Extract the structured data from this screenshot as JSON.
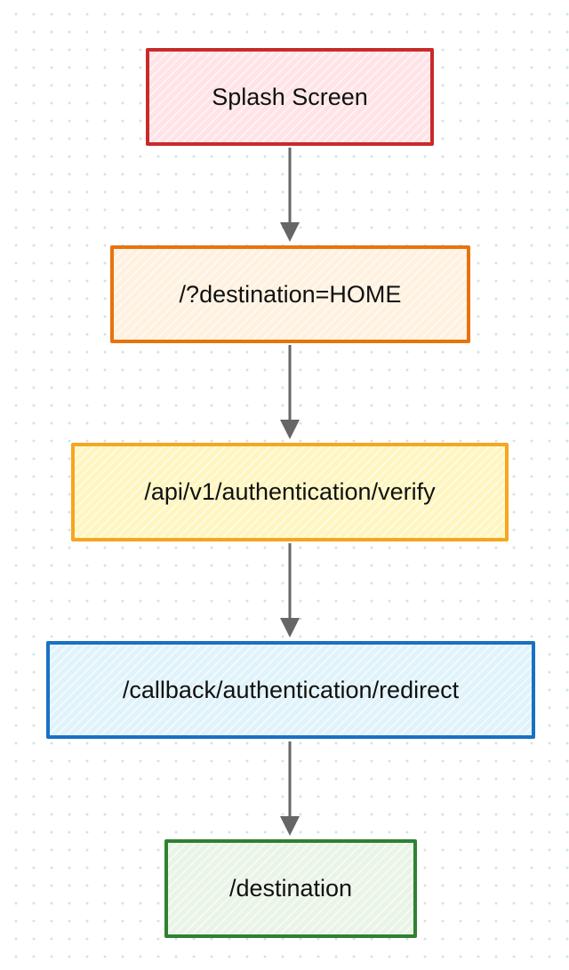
{
  "diagram": {
    "nodes": [
      {
        "id": "splash",
        "label": "Splash Screen",
        "stroke": "#c92a2a",
        "fill": "#ffe3e6"
      },
      {
        "id": "home",
        "label": "/?destination=HOME",
        "stroke": "#e8730c",
        "fill": "#fff1df"
      },
      {
        "id": "verify",
        "label": "/api/v1/authentication/verify",
        "stroke": "#f5a623",
        "fill": "#fff6bf"
      },
      {
        "id": "redirect",
        "label": "/callback/authentication/redirect",
        "stroke": "#1971c2",
        "fill": "#e0f3fb"
      },
      {
        "id": "destination",
        "label": "/destination",
        "stroke": "#2f8132",
        "fill": "#e9f4e6"
      }
    ],
    "edges": [
      {
        "from": "splash",
        "to": "home"
      },
      {
        "from": "home",
        "to": "verify"
      },
      {
        "from": "verify",
        "to": "redirect"
      },
      {
        "from": "redirect",
        "to": "destination"
      }
    ],
    "arrow_color": "#666666"
  }
}
